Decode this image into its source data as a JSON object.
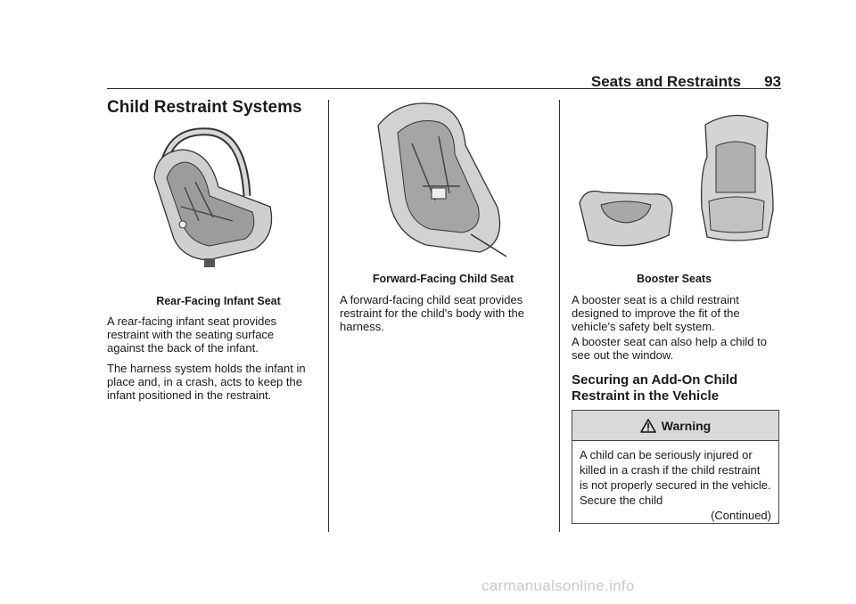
{
  "header": {
    "section": "Seats and Restraints",
    "page_number": "93"
  },
  "title": "Child Restraint Systems",
  "col1": {
    "caption": "Rear-Facing Infant Seat",
    "para1": "A rear-facing infant seat provides restraint with the seating surface against the back of the infant.",
    "para2": "The harness system holds the infant in place and, in a crash, acts to keep the infant positioned in the restraint."
  },
  "col2": {
    "caption": "Forward-Facing Child Seat",
    "para1": "A forward-facing child seat provides restraint for the child's body with the harness."
  },
  "col3": {
    "caption": "Booster Seats",
    "para1": "A booster seat is a child restraint designed to improve the fit of the vehicle's safety belt system.",
    "para2": "A booster seat can also help a child to see out the window.",
    "subheading": "Securing an Add-On Child Restraint in the Vehicle",
    "warning": {
      "title": "Warning",
      "text": "A child can be seriously injured or killed in a crash if the child restraint is not properly secured in the vehicle. Secure the child",
      "continued": "(Continued)"
    }
  },
  "watermark": "carmanualsonline.info"
}
